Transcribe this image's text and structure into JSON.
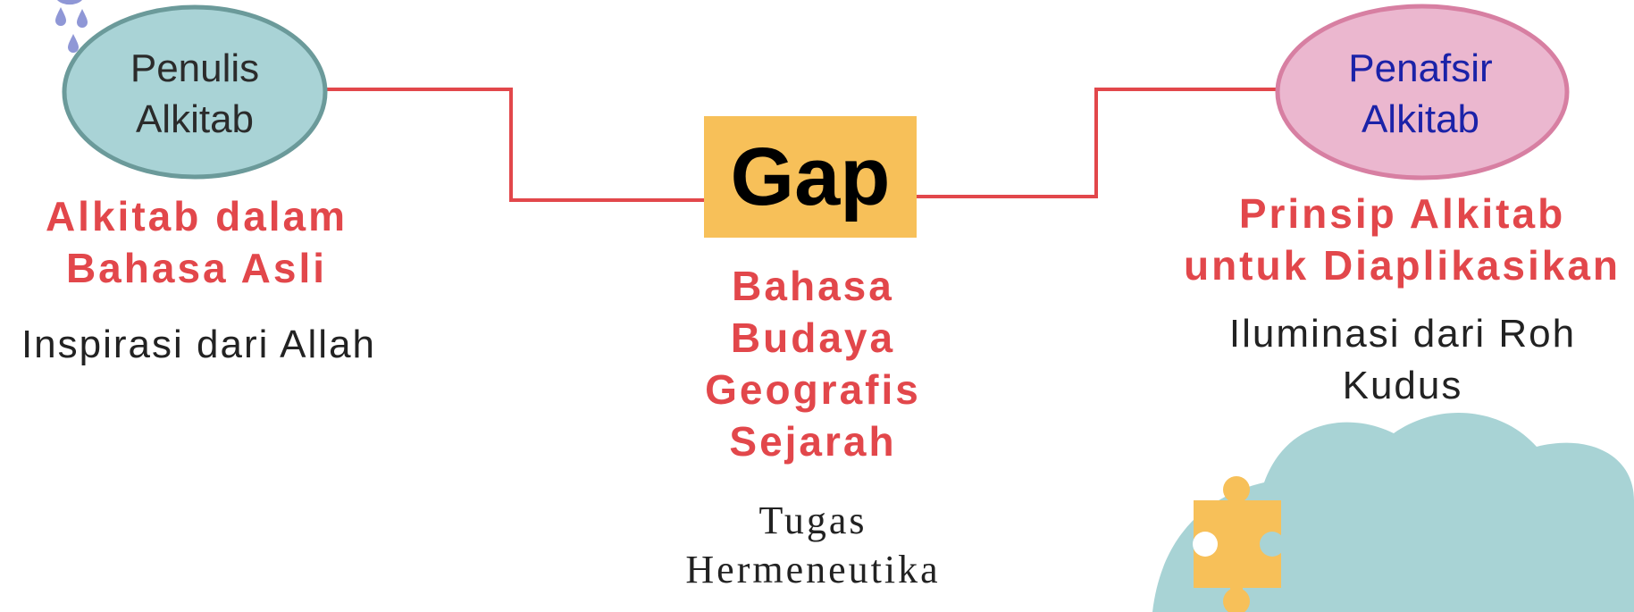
{
  "left": {
    "ellipse_label": [
      "Penulis",
      "Alkitab"
    ],
    "red_lines": [
      "Alkitab dalam",
      "Bahasa Asli"
    ],
    "black_lines": [
      "Inspirasi dari Allah"
    ]
  },
  "center": {
    "gap_label": "Gap",
    "red_lines": [
      "Bahasa",
      "Budaya",
      "Geografis",
      "Sejarah"
    ],
    "task_lines": [
      "Tugas",
      "Hermeneutika"
    ]
  },
  "right": {
    "ellipse_label": [
      "Penafsir",
      "Alkitab"
    ],
    "red_lines": [
      "Prinsip Alkitab",
      "untuk Diaplikasikan"
    ],
    "black_lines": [
      "Iluminasi dari Roh",
      "Kudus"
    ]
  },
  "colors": {
    "connector": "#e2474b",
    "left_ellipse_fill": "#a9d3d6",
    "right_ellipse_fill": "#ebb7cf",
    "gap_fill": "#f7c059",
    "cloud_fill": "#a8d3d5",
    "puzzle_fill": "#f7c059",
    "raindrop": "#8f97d6"
  }
}
